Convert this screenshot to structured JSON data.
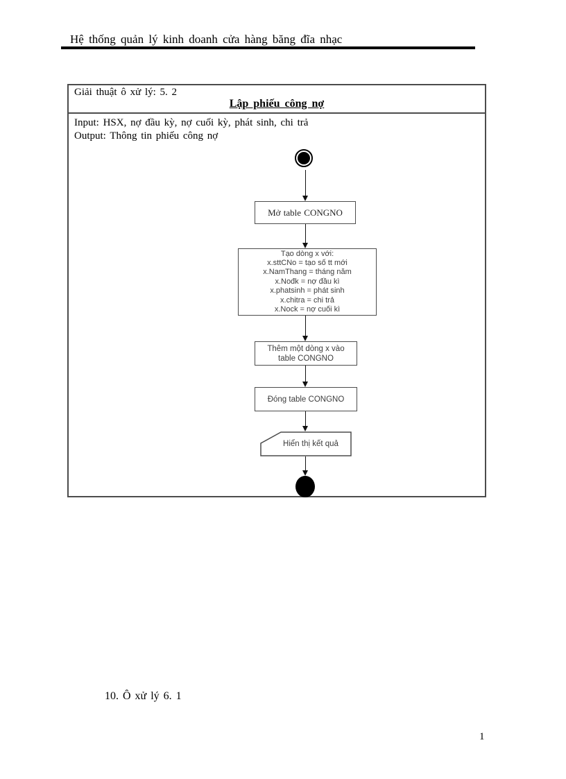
{
  "page": {
    "header_title": "Hệ thống quản lý kinh doanh cửa hàng băng đĩa nhạc",
    "footer_note": "10. Ô xử lý 6. 1",
    "page_number": "1"
  },
  "process_box": {
    "heading_label": "Giải thuật ô xử lý:  5. 2",
    "title": "Lập phiếu công nợ",
    "input_line": "Input:  HSX, nợ đầu kỳ, nợ cuối kỳ, phát sinh,  chi trả",
    "output_line": "Output:  Thông tin phiếu  công nợ"
  },
  "flowchart": {
    "open_table_step": "Mở table CONGNO",
    "create_row_step": "Tạo dòng x với:\nx.sttCNo = tạo số tt mới\nx.NamThang = tháng năm\nx.Nođk = nợ đầu kì\nx.phatsinh = phát sinh\nx.chitra = chi trả\nx.Nock = nợ cuối kì",
    "insert_row_step": "Thêm một dòng x vào table CONGNO",
    "close_table_step": "Đóng table CONGNO",
    "display_step": "Hiển thị kết quả"
  },
  "colors": {
    "box_border": "#4b4b4b",
    "text": "#000000",
    "flow_text": "#3d3d3d"
  }
}
